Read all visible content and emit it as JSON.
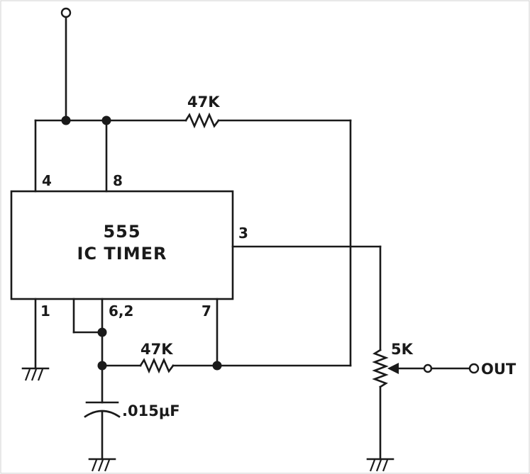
{
  "chip": {
    "part": "555",
    "name": "IC TIMER"
  },
  "pins": {
    "p4": "4",
    "p8": "8",
    "p3": "3",
    "p1": "1",
    "p62": "6,2",
    "p7": "7"
  },
  "components": {
    "r_top": "47K",
    "r_bottom": "47K",
    "pot": "5K",
    "cap": ".015μF"
  },
  "output": {
    "label": "OUT"
  }
}
